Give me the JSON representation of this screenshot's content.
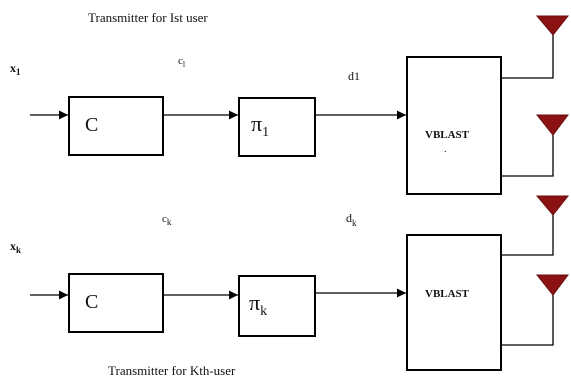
{
  "colors": {
    "antenna": "#8b1212",
    "line": "#000000"
  },
  "user1": {
    "title": "Transmitter for Ist user",
    "input": "x",
    "input_sub": "1",
    "c_label": "c",
    "c_sub": "l",
    "coder": "C",
    "interleaver": "π",
    "interleaver_sub": "1",
    "d_label": "d1",
    "vblast": "VBLAST",
    "vblast_mark": "."
  },
  "userk": {
    "title": "Transmitter for Kth-user",
    "input": "x",
    "input_sub": "k",
    "c_label": "c",
    "c_sub": "k",
    "coder": "C",
    "interleaver": "π",
    "interleaver_sub": "k",
    "d_label": "d",
    "d_sub": "k",
    "vblast": "VBLAST"
  },
  "icons": [
    "antenna-icon",
    "antenna-icon",
    "antenna-icon",
    "antenna-icon"
  ]
}
